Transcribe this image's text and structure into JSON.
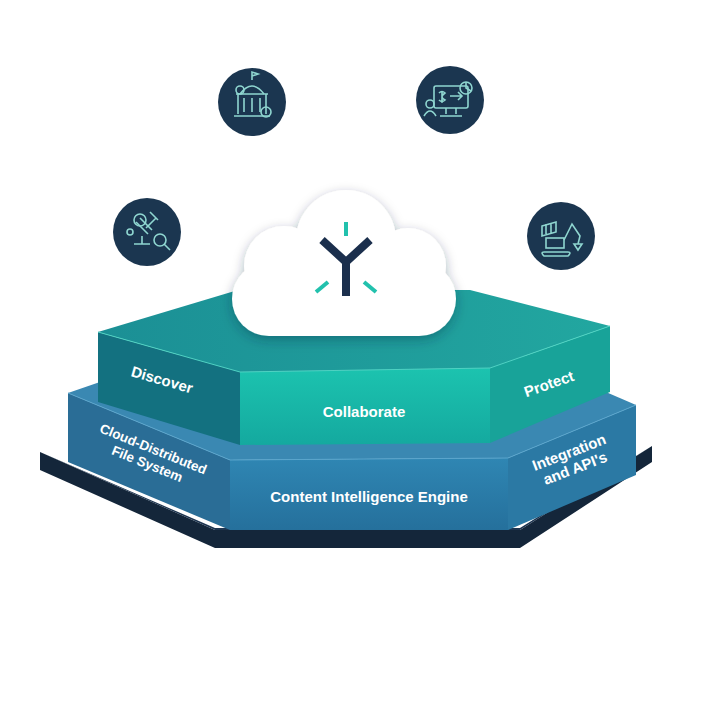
{
  "diagram": {
    "nodes": [
      {
        "text": [
          "Discover"
        ]
      },
      {
        "text": [
          "Collaborate"
        ]
      },
      {
        "text": [
          "Protect"
        ]
      },
      {
        "text": [
          "Cloud-Distributed File System"
        ]
      },
      {
        "text": [
          "Content Intelligence Engine"
        ]
      },
      {
        "text": [
          "Integration and API's"
        ]
      }
    ]
  }
}
